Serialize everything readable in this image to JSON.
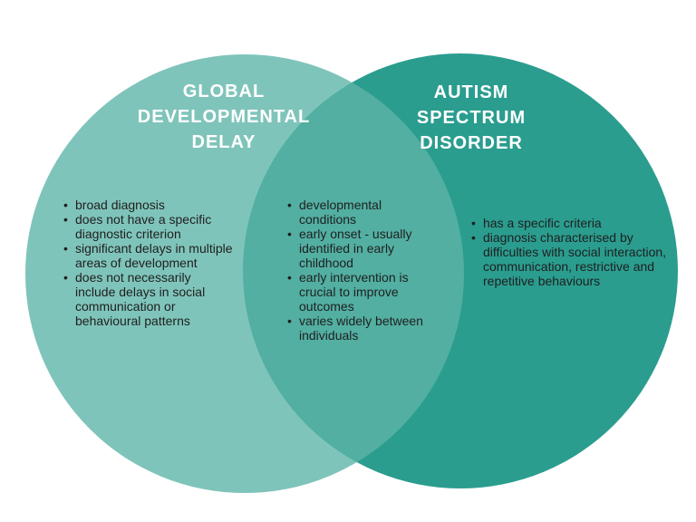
{
  "venn": {
    "background": "#ffffff",
    "left": {
      "title": "GLOBAL DEVELOPMENTAL DELAY",
      "color": "#7fc4ba",
      "items": [
        "broad diagnosis",
        "does not have a specific diagnostic criterion",
        "significant delays in multiple areas of development",
        "does not necessarily include delays in social communication or behavioural patterns"
      ]
    },
    "overlap": {
      "color": "#52afa3",
      "items": [
        "developmental conditions",
        "early onset - usually identified in early childhood",
        "early intervention is crucial to improve outcomes",
        "varies widely between individuals"
      ]
    },
    "right": {
      "title": "AUTISM SPECTRUM DISORDER",
      "color": "#2a9d8f",
      "items": [
        "has a specific criteria",
        "diagnosis characterised by difficulties with social interaction, communication, restrictive and repetitive behaviours"
      ]
    },
    "text_colors": {
      "title": "#ffffff",
      "body": "#1f1f1f"
    }
  }
}
